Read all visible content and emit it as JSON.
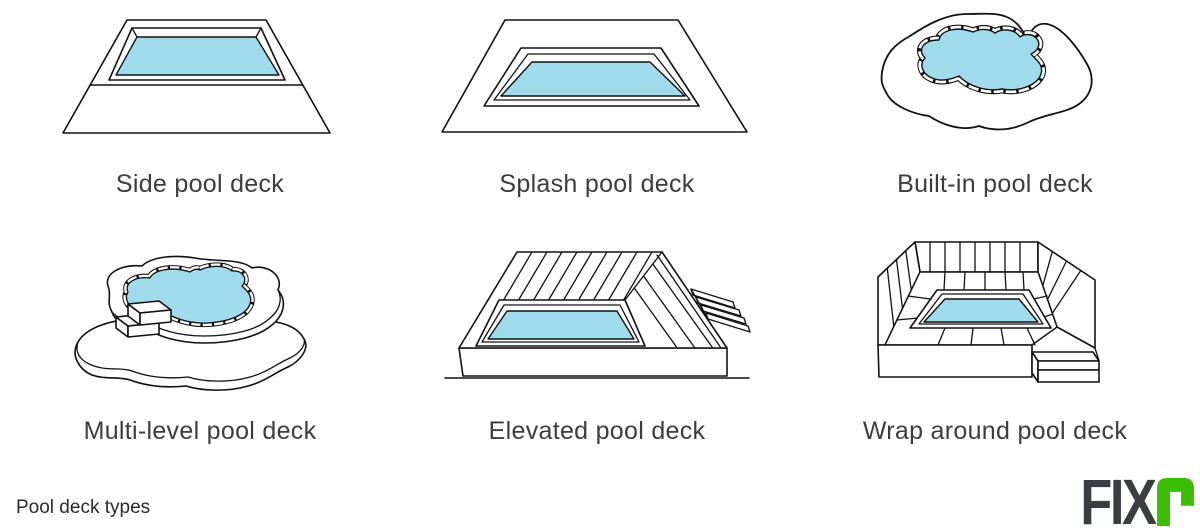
{
  "cards": [
    {
      "label": "Side pool deck"
    },
    {
      "label": "Splash pool deck"
    },
    {
      "label": "Built-in pool deck"
    },
    {
      "label": "Multi-level pool deck"
    },
    {
      "label": "Elevated pool deck"
    },
    {
      "label": "Wrap around pool deck"
    }
  ],
  "footer": {
    "caption": "Pool deck types"
  },
  "logo": {
    "text_dark": "FIX",
    "green_glyph": "r"
  },
  "colors": {
    "water": "#9FDBEA",
    "line": "#111111",
    "label_text": "#3D3D3D",
    "logo_dark": "#3A3E40",
    "logo_green": "#3DBC06"
  }
}
